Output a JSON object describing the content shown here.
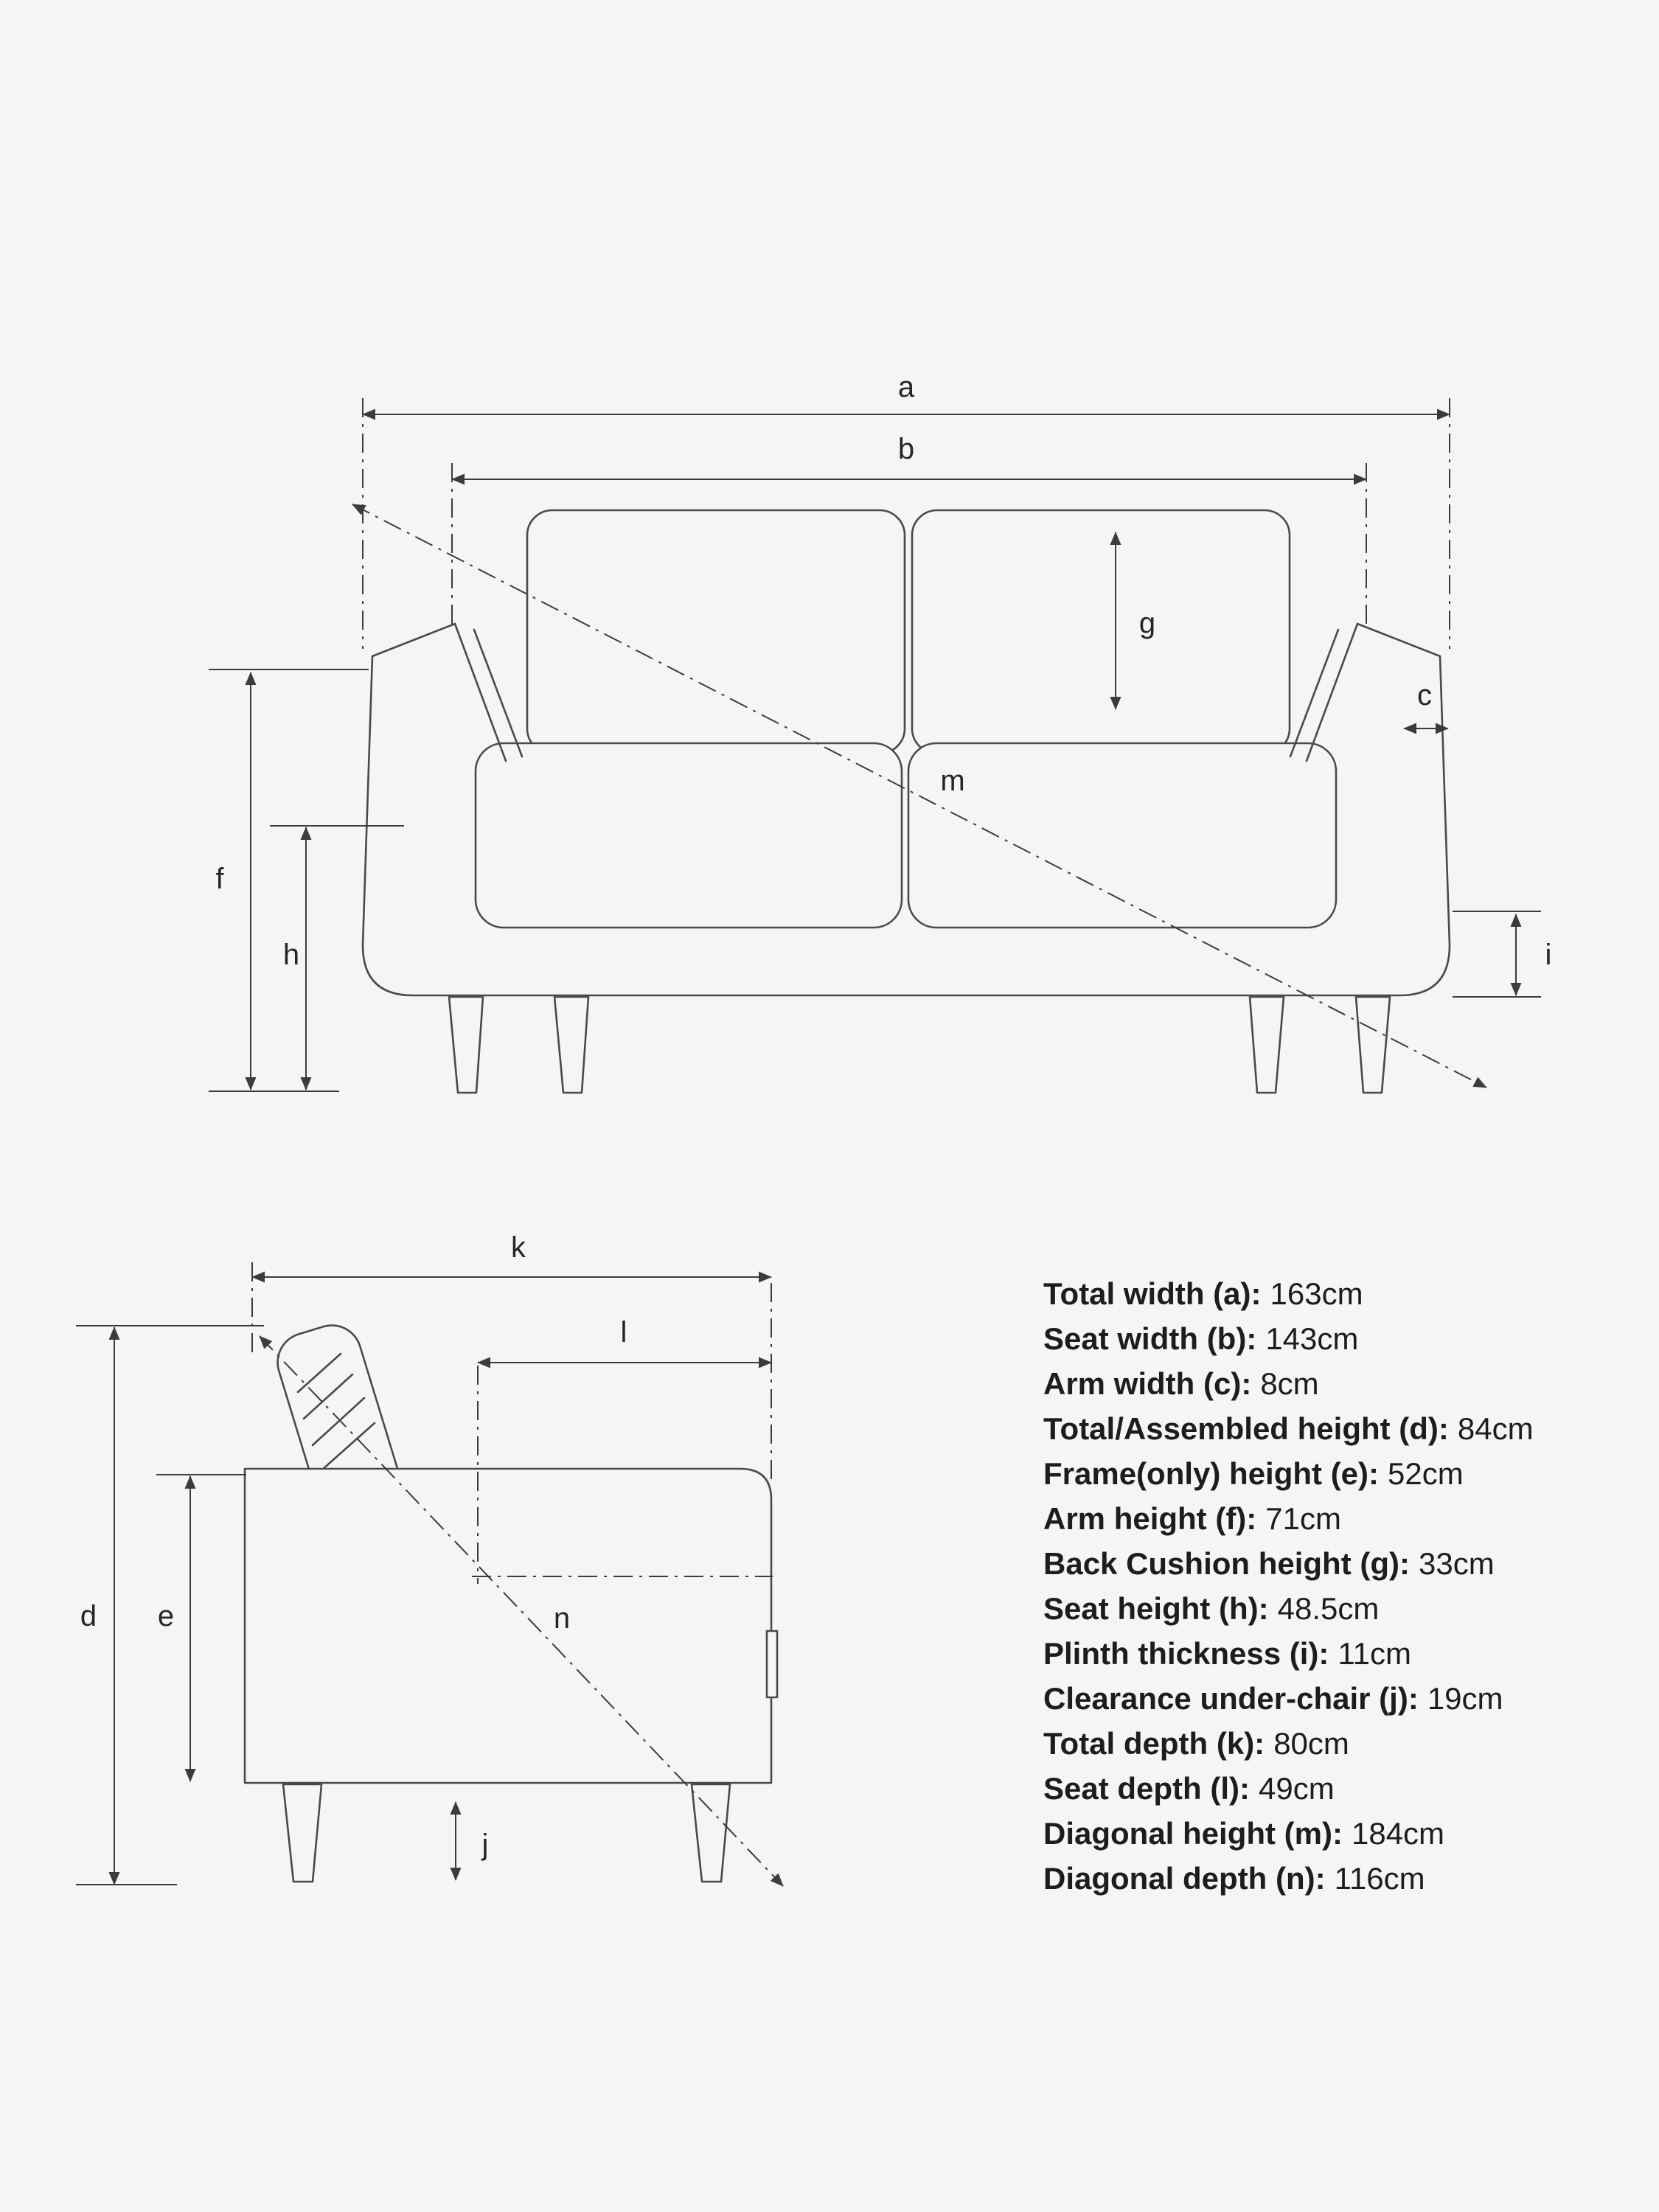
{
  "page": {
    "background": "#f5f5f3",
    "line_color": "#3c3c3c",
    "text_color": "#1d1d1d"
  },
  "letters": {
    "a": "a",
    "b": "b",
    "c": "c",
    "d": "d",
    "e": "e",
    "f": "f",
    "g": "g",
    "h": "h",
    "i": "i",
    "j": "j",
    "k": "k",
    "l": "l",
    "m": "m",
    "n": "n"
  },
  "specs": {
    "items": [
      {
        "label": "Total width (a):",
        "value": "163cm"
      },
      {
        "label": "Seat width (b):",
        "value": "143cm"
      },
      {
        "label": "Arm width (c):",
        "value": "8cm"
      },
      {
        "label": "Total/Assembled height (d):",
        "value": "84cm"
      },
      {
        "label": "Frame(only) height (e):",
        "value": "52cm"
      },
      {
        "label": "Arm height (f):",
        "value": "71cm"
      },
      {
        "label": "Back Cushion height (g):",
        "value": "33cm"
      },
      {
        "label": "Seat height (h):",
        "value": "48.5cm"
      },
      {
        "label": "Plinth thickness (i):",
        "value": "11cm"
      },
      {
        "label": "Clearance under-chair (j):",
        "value": "19cm"
      },
      {
        "label": "Total depth (k):",
        "value": "80cm"
      },
      {
        "label": "Seat depth (l):",
        "value": "49cm"
      },
      {
        "label": "Diagonal height (m):",
        "value": "184cm"
      },
      {
        "label": "Diagonal depth (n):",
        "value": "116cm"
      }
    ]
  }
}
